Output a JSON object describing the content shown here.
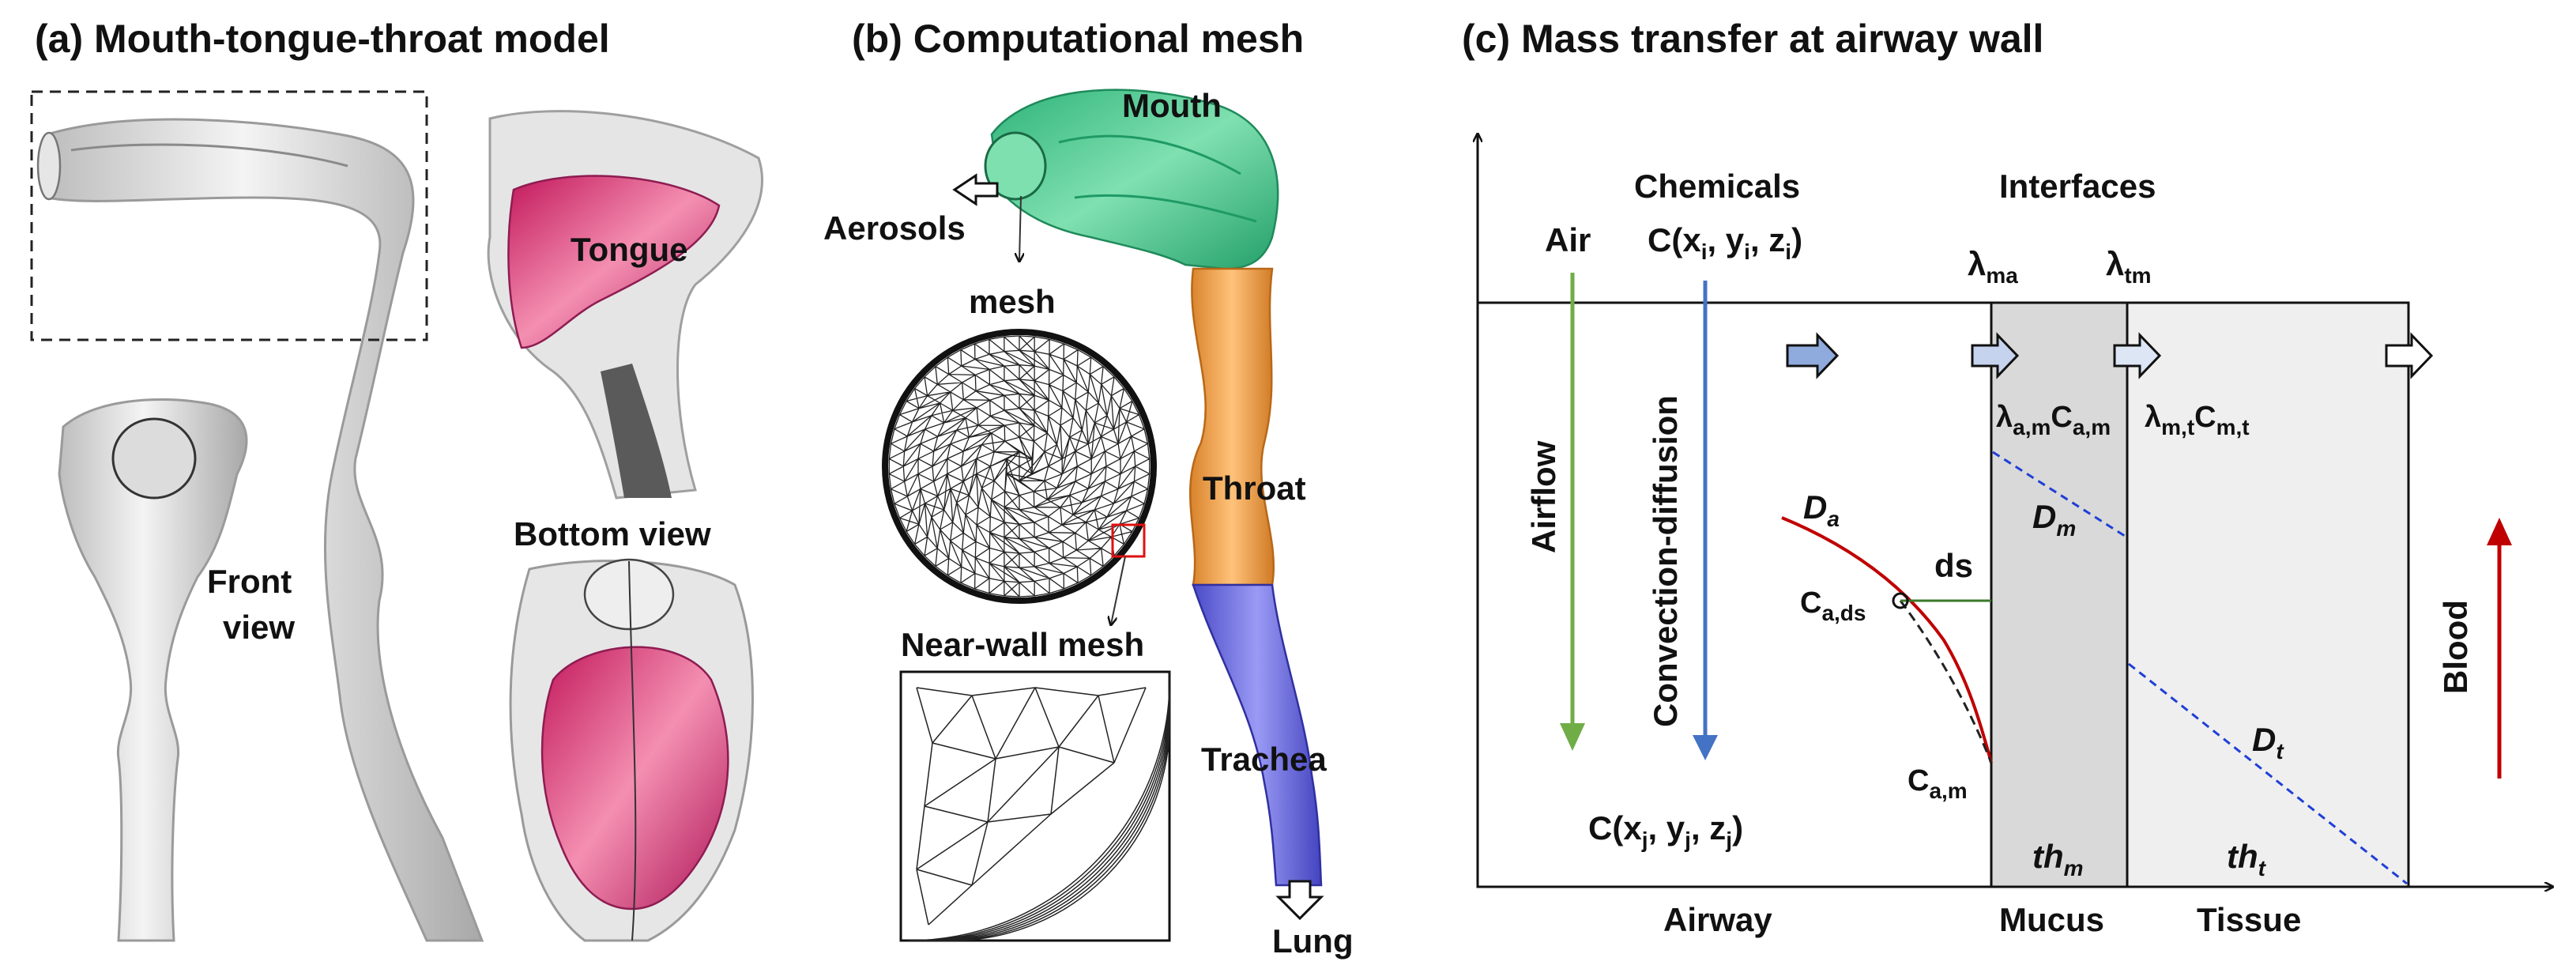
{
  "panel_a": {
    "title": "(a) Mouth-tongue-throat model",
    "tongue": "Tongue",
    "front_view": [
      "Front",
      "view"
    ],
    "bottom_view": "Bottom view"
  },
  "panel_b": {
    "title": "(b) Computational mesh",
    "mouth": "Mouth",
    "aerosols": "Aerosols",
    "mesh": "mesh",
    "throat": "Throat",
    "near_wall_mesh": "Near-wall mesh",
    "trachea": "Trachea",
    "lung": "Lung",
    "colors": {
      "mouth": "#3fc489",
      "throat": "#f0a04a",
      "trachea": "#6f6fe0"
    }
  },
  "panel_c": {
    "title": "(c) Mass transfer at airway wall",
    "chemicals": "Chemicals",
    "c_inlet": {
      "main": "C(x",
      "s1": "i",
      "p1": ", y",
      "s2": "i",
      "p2": ", z",
      "s3": "i",
      "p3": ")"
    },
    "interfaces": "Interfaces",
    "air": "Air",
    "lambda_ma": {
      "sym": "λ",
      "sub": "ma"
    },
    "lambda_tm": {
      "sym": "λ",
      "sub": "tm"
    },
    "airflow": "Airflow",
    "convection_diffusion": "Convection-diffusion",
    "lam_amCam": {
      "s": "λ",
      "a": "a,m",
      "c": "C",
      "b": "a,m"
    },
    "lam_mtCmt": {
      "s": "λ",
      "a": "m,t",
      "c": "C",
      "b": "m,t"
    },
    "Da": {
      "main": "D",
      "sub": "a"
    },
    "Dm": {
      "main": "D",
      "sub": "m"
    },
    "Dt": {
      "main": "D",
      "sub": "t"
    },
    "ds": "ds",
    "c_ads": {
      "main": "C",
      "sub": "a,ds"
    },
    "c_am": {
      "main": "C",
      "sub": "a,m"
    },
    "blood": "Blood",
    "c_outlet": {
      "main": "C(x",
      "s1": "j",
      "p1": ", y",
      "s2": "j",
      "p2": ", z",
      "s3": "j",
      "p3": ")"
    },
    "th_m": {
      "main": "th",
      "sub": "m"
    },
    "th_t": {
      "main": "th",
      "sub": "t"
    },
    "airway": "Airway",
    "mucus": "Mucus",
    "tissue": "Tissue",
    "colors": {
      "airflow": "#70ad47",
      "convection": "#4472c4",
      "blood": "#c00000",
      "curve": "#c00000",
      "dashed": "#1f3fd6",
      "mucus_fill": "#d9d9d9",
      "tissue_fill": "#efefef",
      "arrow_fill": "#8faadc"
    }
  }
}
